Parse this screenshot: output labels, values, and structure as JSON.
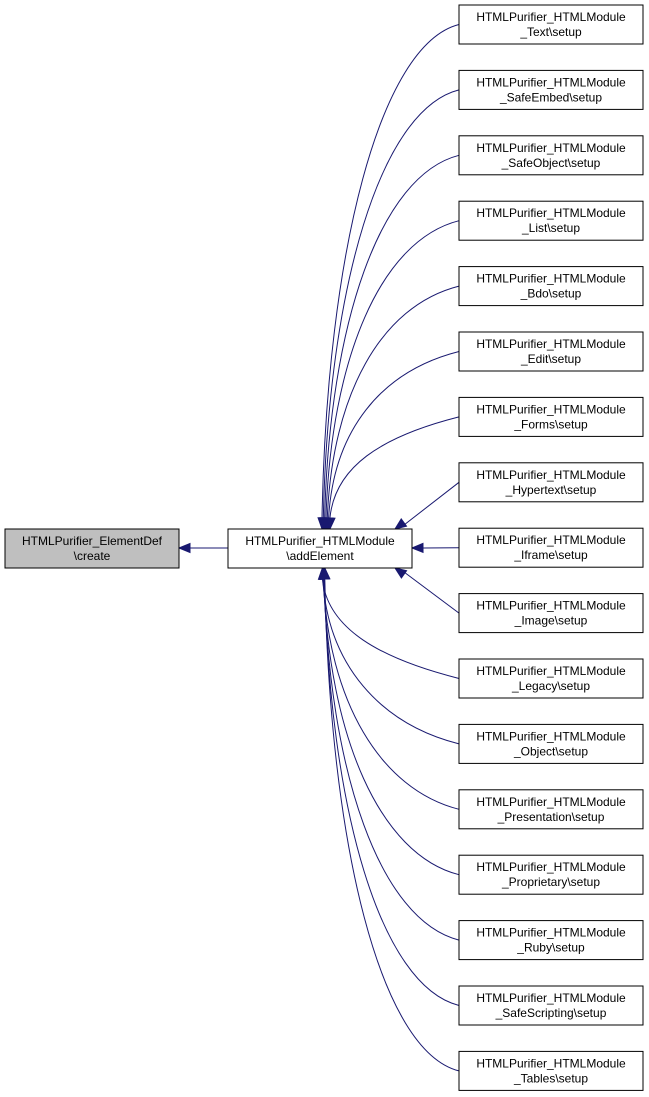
{
  "colors": {
    "edge": "#191970",
    "root_fill": "#bfbfbf",
    "node_fill": "#ffffff",
    "node_stroke": "#000000"
  },
  "root": {
    "line1": "HTMLPurifier_ElementDef",
    "line2": "\\create"
  },
  "middle": {
    "line1": "HTMLPurifier_HTMLModule",
    "line2": "\\addElement"
  },
  "callers": [
    {
      "line1": "HTMLPurifier_HTMLModule",
      "line2": "_Text\\setup"
    },
    {
      "line1": "HTMLPurifier_HTMLModule",
      "line2": "_SafeEmbed\\setup"
    },
    {
      "line1": "HTMLPurifier_HTMLModule",
      "line2": "_SafeObject\\setup"
    },
    {
      "line1": "HTMLPurifier_HTMLModule",
      "line2": "_List\\setup"
    },
    {
      "line1": "HTMLPurifier_HTMLModule",
      "line2": "_Bdo\\setup"
    },
    {
      "line1": "HTMLPurifier_HTMLModule",
      "line2": "_Edit\\setup"
    },
    {
      "line1": "HTMLPurifier_HTMLModule",
      "line2": "_Forms\\setup"
    },
    {
      "line1": "HTMLPurifier_HTMLModule",
      "line2": "_Hypertext\\setup"
    },
    {
      "line1": "HTMLPurifier_HTMLModule",
      "line2": "_Iframe\\setup"
    },
    {
      "line1": "HTMLPurifier_HTMLModule",
      "line2": "_Image\\setup"
    },
    {
      "line1": "HTMLPurifier_HTMLModule",
      "line2": "_Legacy\\setup"
    },
    {
      "line1": "HTMLPurifier_HTMLModule",
      "line2": "_Object\\setup"
    },
    {
      "line1": "HTMLPurifier_HTMLModule",
      "line2": "_Presentation\\setup"
    },
    {
      "line1": "HTMLPurifier_HTMLModule",
      "line2": "_Proprietary\\setup"
    },
    {
      "line1": "HTMLPurifier_HTMLModule",
      "line2": "_Ruby\\setup"
    },
    {
      "line1": "HTMLPurifier_HTMLModule",
      "line2": "_SafeScripting\\setup"
    },
    {
      "line1": "HTMLPurifier_HTMLModule",
      "line2": "_Tables\\setup"
    }
  ]
}
